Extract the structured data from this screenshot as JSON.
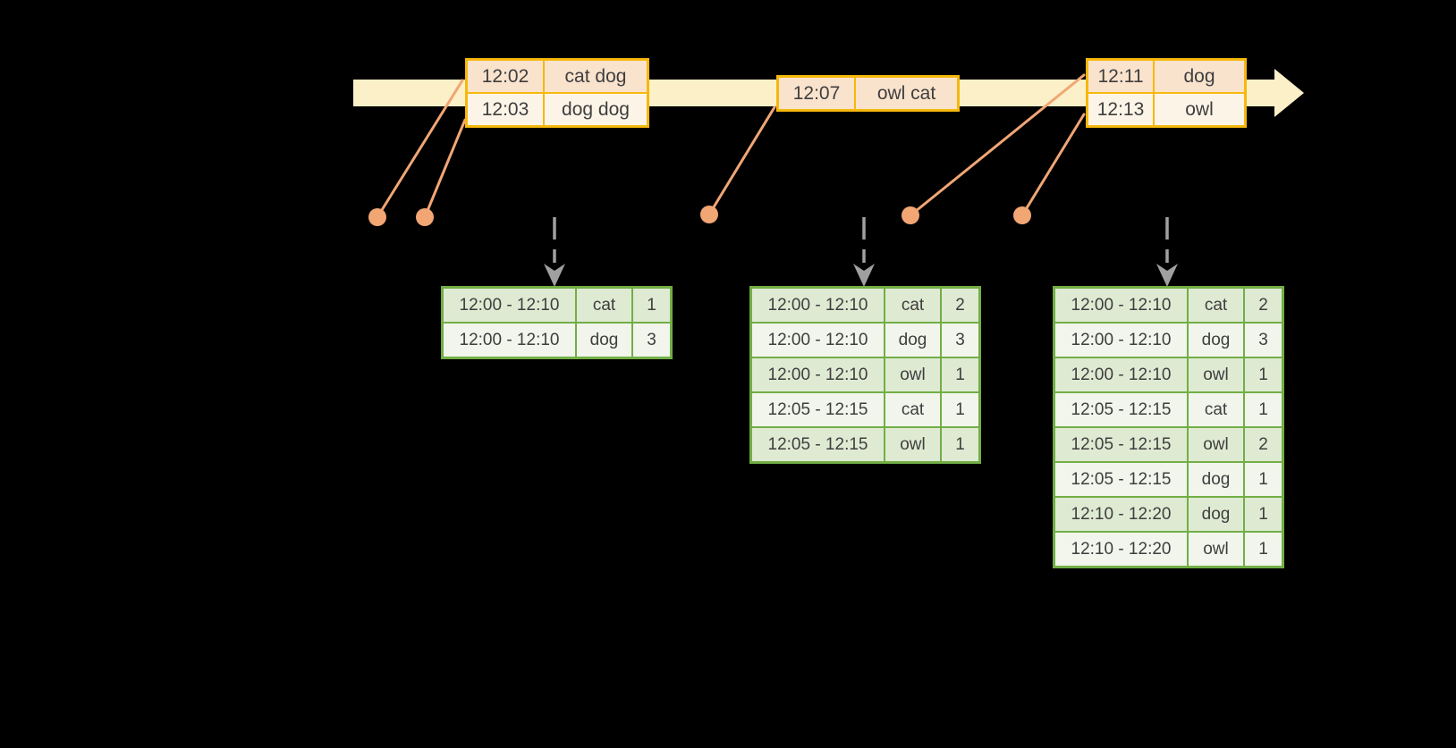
{
  "colors": {
    "bg": "#000000",
    "text": "#3e3e3e",
    "timeline_fill": "#FCF0C8",
    "event_border": "#F5B80C",
    "event_row_dark": "#FAE3CD",
    "event_row_light": "#FDF4E8",
    "result_border": "#72AE45",
    "result_row_dark": "#DFEAD3",
    "result_row_light": "#F1F5EB",
    "dot": "#F1A674",
    "dashed_arrow": "#A0A0A0"
  },
  "event_tables": [
    {
      "name": "events-batch-1",
      "rows": [
        {
          "time": "12:02",
          "words": "cat dog"
        },
        {
          "time": "12:03",
          "words": "dog dog"
        }
      ]
    },
    {
      "name": "events-batch-2",
      "rows": [
        {
          "time": "12:07",
          "words": "owl cat"
        }
      ]
    },
    {
      "name": "events-batch-3",
      "rows": [
        {
          "time": "12:11",
          "words": "dog"
        },
        {
          "time": "12:13",
          "words": "owl"
        }
      ]
    }
  ],
  "result_tables": [
    {
      "name": "result-after-trigger-1",
      "rows": [
        {
          "window": "12:00 - 12:10",
          "word": "cat",
          "count": "1"
        },
        {
          "window": "12:00 - 12:10",
          "word": "dog",
          "count": "3"
        }
      ]
    },
    {
      "name": "result-after-trigger-2",
      "rows": [
        {
          "window": "12:00 - 12:10",
          "word": "cat",
          "count": "2"
        },
        {
          "window": "12:00 - 12:10",
          "word": "dog",
          "count": "3"
        },
        {
          "window": "12:00 - 12:10",
          "word": "owl",
          "count": "1"
        },
        {
          "window": "12:05 - 12:15",
          "word": "cat",
          "count": "1"
        },
        {
          "window": "12:05 - 12:15",
          "word": "owl",
          "count": "1"
        }
      ]
    },
    {
      "name": "result-after-trigger-3",
      "rows": [
        {
          "window": "12:00 - 12:10",
          "word": "cat",
          "count": "2"
        },
        {
          "window": "12:00 - 12:10",
          "word": "dog",
          "count": "3"
        },
        {
          "window": "12:00 - 12:10",
          "word": "owl",
          "count": "1"
        },
        {
          "window": "12:05 - 12:15",
          "word": "cat",
          "count": "1"
        },
        {
          "window": "12:05 - 12:15",
          "word": "owl",
          "count": "2"
        },
        {
          "window": "12:05 - 12:15",
          "word": "dog",
          "count": "1"
        },
        {
          "window": "12:10 - 12:20",
          "word": "dog",
          "count": "1"
        },
        {
          "window": "12:10 - 12:20",
          "word": "owl",
          "count": "1"
        }
      ]
    }
  ]
}
